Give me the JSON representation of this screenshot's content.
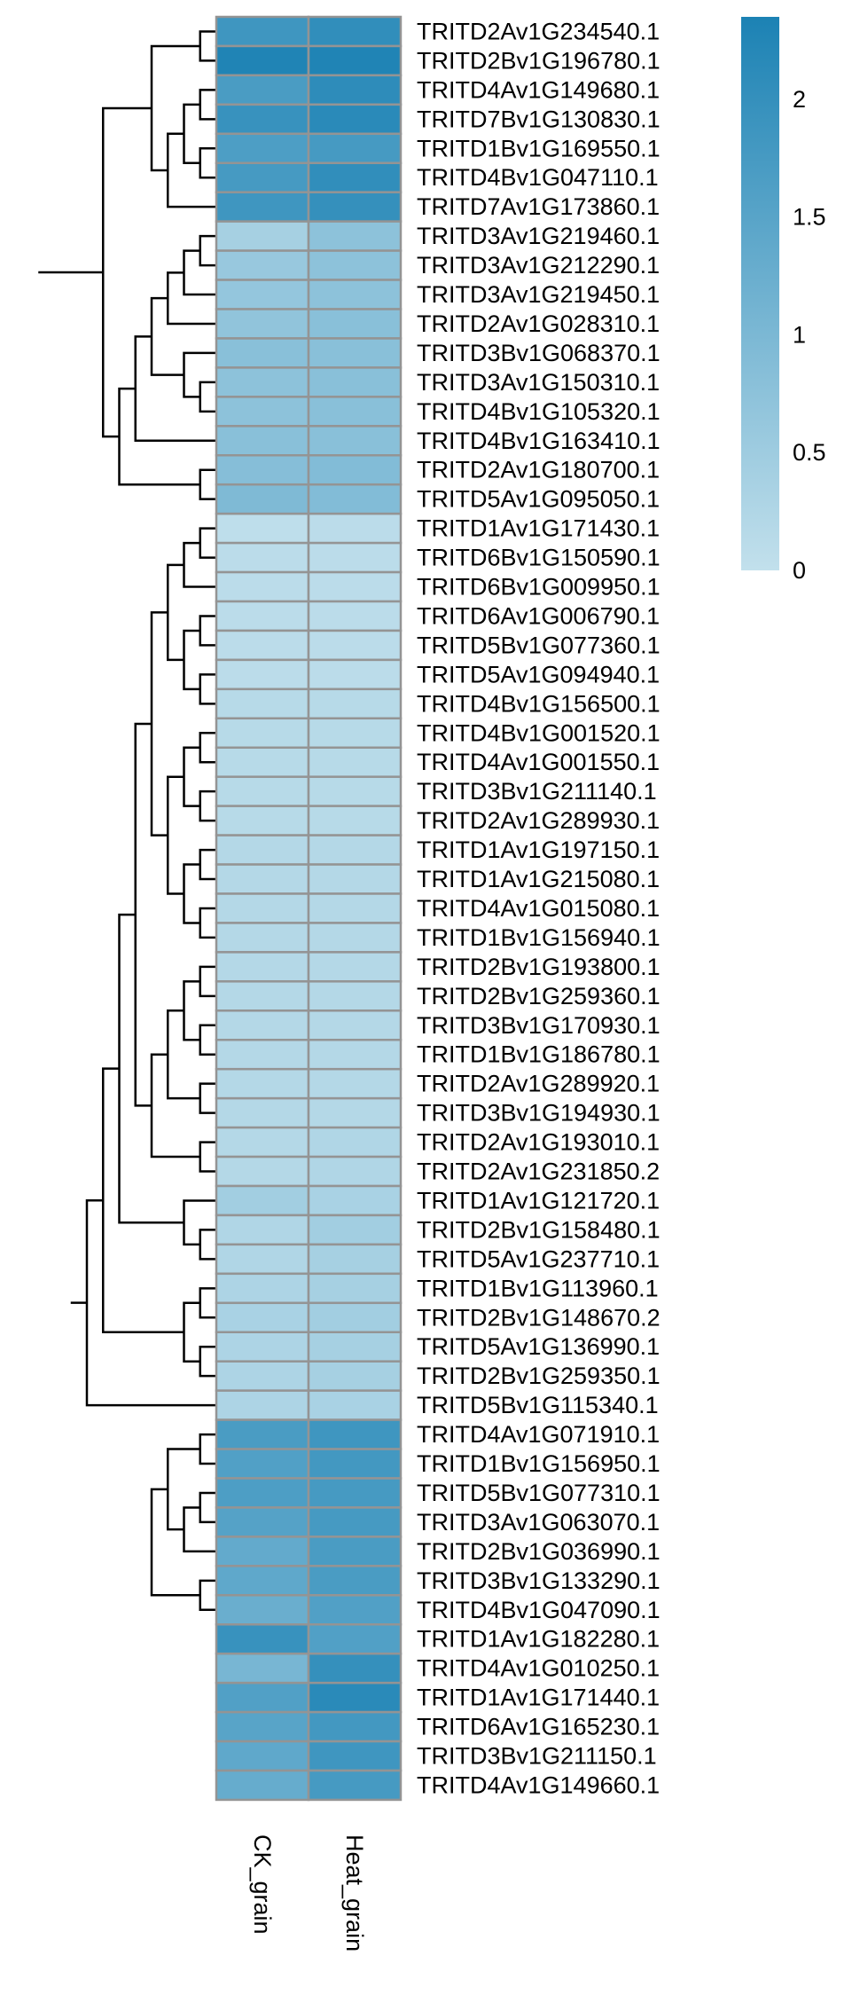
{
  "chart_data": {
    "type": "heatmap",
    "columns": [
      "CK_grain",
      "Heat_grain"
    ],
    "rows": [
      "TRITD2Av1G234540.1",
      "TRITD2Bv1G196780.1",
      "TRITD4Av1G149680.1",
      "TRITD7Bv1G130830.1",
      "TRITD1Bv1G169550.1",
      "TRITD4Bv1G047110.1",
      "TRITD7Av1G173860.1",
      "TRITD3Av1G219460.1",
      "TRITD3Av1G212290.1",
      "TRITD3Av1G219450.1",
      "TRITD2Av1G028310.1",
      "TRITD3Bv1G068370.1",
      "TRITD3Av1G150310.1",
      "TRITD4Bv1G105320.1",
      "TRITD4Bv1G163410.1",
      "TRITD2Av1G180700.1",
      "TRITD5Av1G095050.1",
      "TRITD1Av1G171430.1",
      "TRITD6Bv1G150590.1",
      "TRITD6Bv1G009950.1",
      "TRITD6Av1G006790.1",
      "TRITD5Bv1G077360.1",
      "TRITD5Av1G094940.1",
      "TRITD4Bv1G156500.1",
      "TRITD4Bv1G001520.1",
      "TRITD4Av1G001550.1",
      "TRITD3Bv1G211140.1",
      "TRITD2Av1G289930.1",
      "TRITD1Av1G197150.1",
      "TRITD1Av1G215080.1",
      "TRITD4Av1G015080.1",
      "TRITD1Bv1G156940.1",
      "TRITD2Bv1G193800.1",
      "TRITD2Bv1G259360.1",
      "TRITD3Bv1G170930.1",
      "TRITD1Bv1G186780.1",
      "TRITD2Av1G289920.1",
      "TRITD3Bv1G194930.1",
      "TRITD2Av1G193010.1",
      "TRITD2Av1G231850.2",
      "TRITD1Av1G121720.1",
      "TRITD2Bv1G158480.1",
      "TRITD5Av1G237710.1",
      "TRITD1Bv1G113960.1",
      "TRITD2Bv1G148670.2",
      "TRITD5Av1G136990.1",
      "TRITD2Bv1G259350.1",
      "TRITD5Bv1G115340.1",
      "TRITD4Av1G071910.1",
      "TRITD1Bv1G156950.1",
      "TRITD5Bv1G077310.1",
      "TRITD3Av1G063070.1",
      "TRITD2Bv1G036990.1",
      "TRITD3Bv1G133290.1",
      "TRITD4Bv1G047090.1",
      "TRITD1Av1G182280.1",
      "TRITD4Av1G010250.1",
      "TRITD1Av1G171440.1",
      "TRITD6Av1G165230.1",
      "TRITD3Bv1G211150.1",
      "TRITD4Av1G149660.1"
    ],
    "values": [
      [
        1.85,
        2.05
      ],
      [
        2.3,
        2.3
      ],
      [
        1.7,
        2.1
      ],
      [
        1.95,
        2.15
      ],
      [
        1.65,
        1.75
      ],
      [
        1.75,
        2.05
      ],
      [
        1.85,
        2.0
      ],
      [
        0.4,
        0.75
      ],
      [
        0.6,
        0.75
      ],
      [
        0.65,
        0.75
      ],
      [
        0.7,
        0.8
      ],
      [
        0.8,
        0.8
      ],
      [
        0.75,
        0.8
      ],
      [
        0.75,
        0.8
      ],
      [
        0.8,
        0.8
      ],
      [
        0.85,
        0.9
      ],
      [
        0.95,
        0.9
      ],
      [
        0.05,
        0.1
      ],
      [
        0.1,
        0.1
      ],
      [
        0.1,
        0.1
      ],
      [
        0.1,
        0.1
      ],
      [
        0.1,
        0.1
      ],
      [
        0.1,
        0.1
      ],
      [
        0.15,
        0.15
      ],
      [
        0.15,
        0.15
      ],
      [
        0.15,
        0.15
      ],
      [
        0.15,
        0.15
      ],
      [
        0.15,
        0.15
      ],
      [
        0.2,
        0.2
      ],
      [
        0.2,
        0.2
      ],
      [
        0.2,
        0.2
      ],
      [
        0.2,
        0.2
      ],
      [
        0.2,
        0.2
      ],
      [
        0.2,
        0.2
      ],
      [
        0.2,
        0.2
      ],
      [
        0.2,
        0.2
      ],
      [
        0.2,
        0.2
      ],
      [
        0.2,
        0.2
      ],
      [
        0.2,
        0.25
      ],
      [
        0.2,
        0.25
      ],
      [
        0.45,
        0.35
      ],
      [
        0.25,
        0.45
      ],
      [
        0.25,
        0.4
      ],
      [
        0.3,
        0.4
      ],
      [
        0.35,
        0.45
      ],
      [
        0.3,
        0.4
      ],
      [
        0.3,
        0.4
      ],
      [
        0.3,
        0.35
      ],
      [
        1.7,
        1.85
      ],
      [
        1.6,
        1.8
      ],
      [
        1.65,
        1.75
      ],
      [
        1.55,
        1.75
      ],
      [
        1.35,
        1.7
      ],
      [
        1.4,
        1.7
      ],
      [
        1.25,
        1.6
      ],
      [
        1.95,
        1.6
      ],
      [
        1.05,
        2.0
      ],
      [
        1.6,
        2.15
      ],
      [
        1.5,
        1.8
      ],
      [
        1.4,
        1.85
      ],
      [
        1.3,
        1.75
      ]
    ],
    "color_scale": {
      "min": 0,
      "max": 2.35,
      "low_color": "#c2e0ec",
      "high_color": "#1c82b4"
    },
    "legend": {
      "ticks": [
        {
          "value": 0,
          "label": "0"
        },
        {
          "value": 0.5,
          "label": "0.5"
        },
        {
          "value": 1,
          "label": "1"
        },
        {
          "value": 1.5,
          "label": "1.5"
        },
        {
          "value": 2,
          "label": "2"
        }
      ]
    },
    "row_dendrogram": "(((((r0,r1),(((r2,r3),(r4,r5)),r6)),((((((r7,r8),r9),r10),(r11,(r12,r13))),r14),(r15,r16))),((((((((((r17,r18),r19),((r20,r21),(r22,r23))),(((r24,r25),(r26,r27)),((r28,r29),(r30,r31)))),((((r32,r33),(r34,r35)),(r36,r37)),(r38,r39))),(r40,(r41,r42))),((r43,r44),(r45,r46))),r47)),((((r48,r49),((r50,r51),r52)),(r53,r54)),((r55,r56),((r57,r58),(r59,r60))))))))"
  }
}
